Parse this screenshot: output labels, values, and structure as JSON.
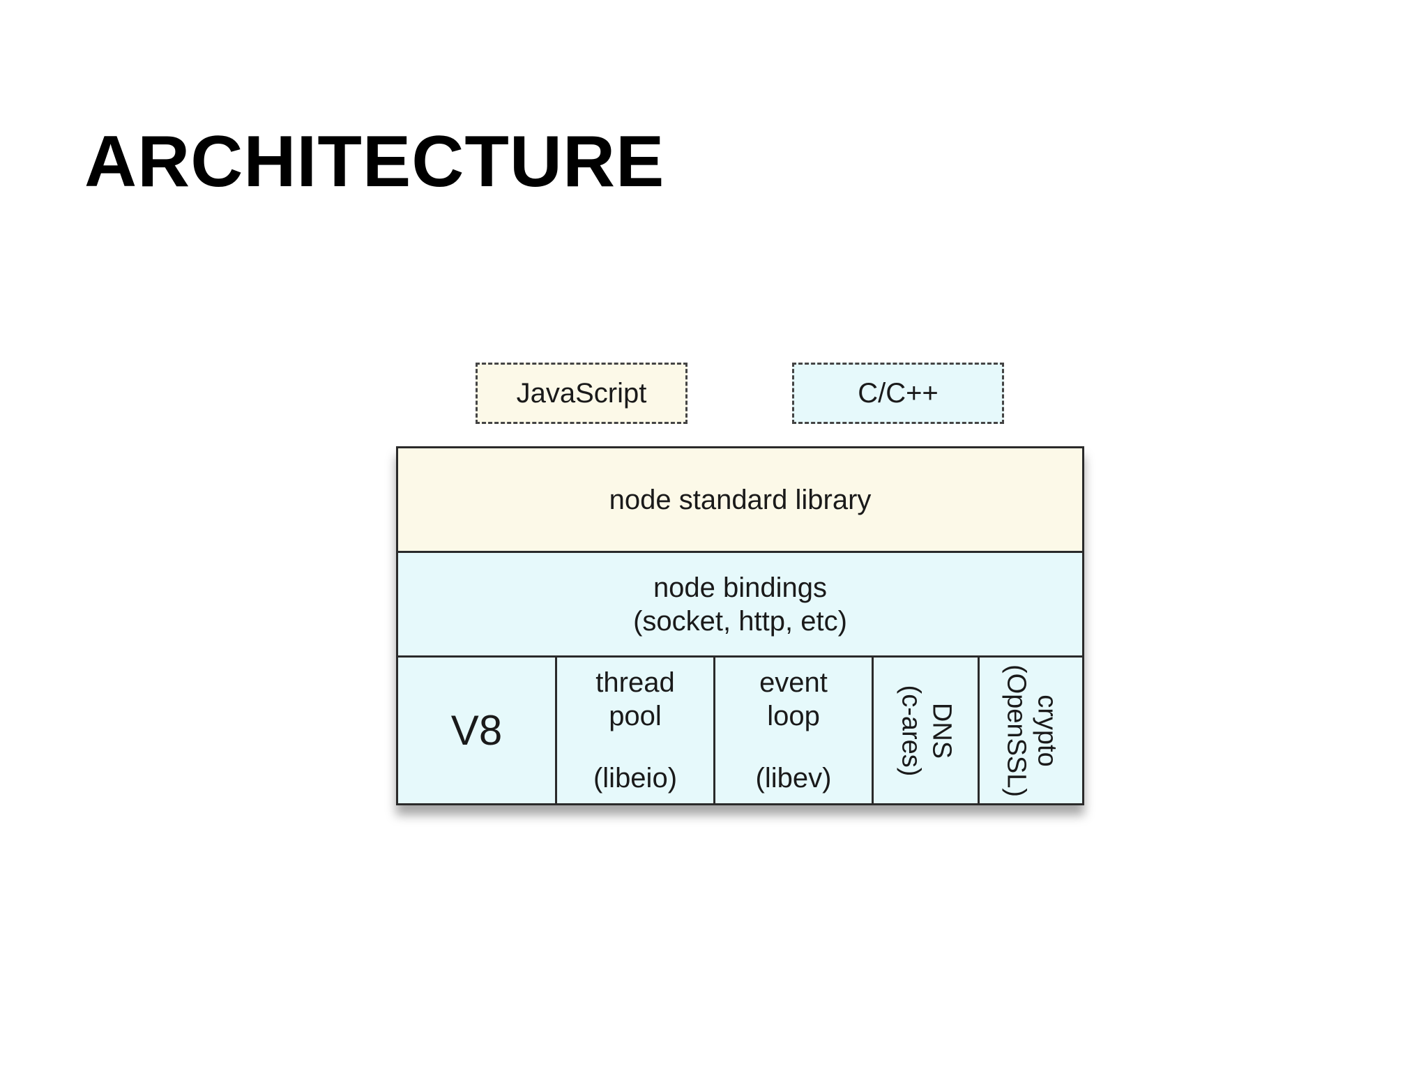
{
  "slide": {
    "title": "ARCHITECTURE"
  },
  "legend": {
    "javascript": "JavaScript",
    "c_cpp": "C/C++"
  },
  "stack": {
    "standard_library": "node standard library",
    "bindings_line1": "node bindings",
    "bindings_line2": "(socket, http, etc)",
    "v8": "V8",
    "thread_pool_line1": "thread",
    "thread_pool_line2": "pool",
    "thread_pool_lib": "(libeio)",
    "event_loop_line1": "event",
    "event_loop_line2": "loop",
    "event_loop_lib": "(libev)",
    "dns_line1": "DNS",
    "dns_line2": "(c-ares)",
    "crypto_line1": "crypto",
    "crypto_line2": "(OpenSSL)"
  },
  "colors": {
    "javascript_fill": "#fcf9e8",
    "c_cpp_fill": "#e6f9fb",
    "border": "#2a2a2a"
  }
}
